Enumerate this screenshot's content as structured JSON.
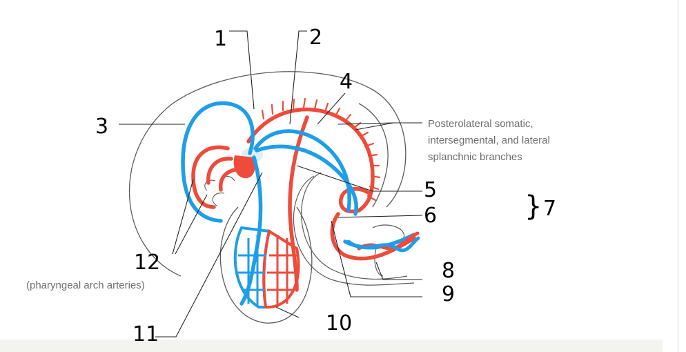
{
  "colors": {
    "artery": "#ee4b3b",
    "vein": "#1e9ee8",
    "outline": "#5a5a5a",
    "leader": "#222222",
    "printed_text": "#6e6e6e",
    "heart_highlight": "#dbeefa"
  },
  "labels": {
    "n1": "1",
    "n2": "2",
    "n3": "3",
    "n4": "4",
    "n5": "5",
    "n6": "6",
    "n7": "7",
    "n8": "8",
    "n9": "9",
    "n10": "10",
    "n11": "11",
    "n12": "12",
    "brace": "}"
  },
  "printed": {
    "branches_line1": "Posterolateral somatic,",
    "branches_line2": "intersegmental, and lateral",
    "branches_line3": "splanchnic branches",
    "pharyngeal": "(pharyngeal arch arteries)"
  }
}
